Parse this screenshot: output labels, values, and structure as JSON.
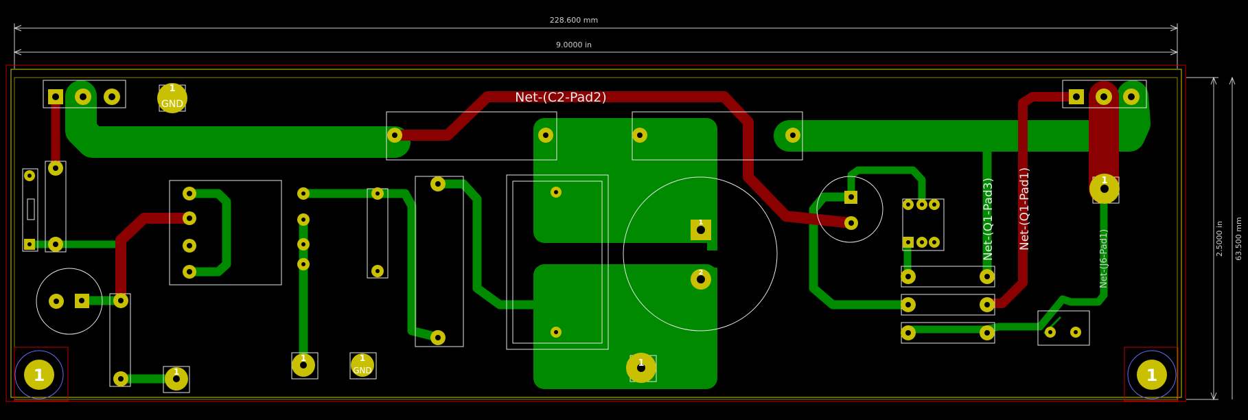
{
  "dimensions": {
    "width_mm": "228.600 mm",
    "width_in": "9.0000 in",
    "height_in": "2.5000 in",
    "height_mm": "63.500 mm"
  },
  "net_labels": {
    "c2_pad2": "Net-(C2-Pad2)",
    "q1_pad3": "Net-(Q1-Pad3)",
    "q1_pad1": "Net-(Q1-Pad1)",
    "j6_pad1": "Net-(J6-Pad1)"
  },
  "pad_labels": {
    "gnd": "GND",
    "one": "1",
    "two": "2"
  },
  "colors": {
    "background": "#000000",
    "copper_front": "#8b0000",
    "copper_back": "#008a00",
    "pad": "#c8c000",
    "board_edge": "#d0d000",
    "outline": "#cc0000",
    "silkscreen": "#e8e8e8"
  }
}
